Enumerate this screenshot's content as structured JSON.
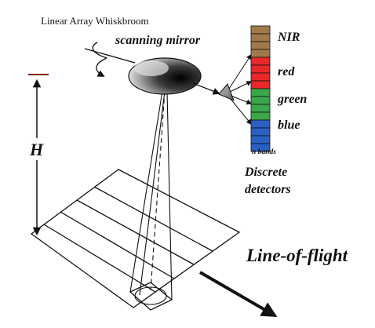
{
  "title": "Linear Array Whiskbroom",
  "labels": {
    "scanning_mirror": "scanning mirror",
    "height": "H",
    "n_bands": "n bands",
    "discrete_detectors_line1": "Discrete",
    "discrete_detectors_line2": "detectors",
    "line_of_flight": "Line-of-flight"
  },
  "bands": [
    {
      "name": "NIR",
      "color": "#a07a4a"
    },
    {
      "name": "red",
      "color": "#e8282a"
    },
    {
      "name": "green",
      "color": "#3aa84a"
    },
    {
      "name": "blue",
      "color": "#2a5fc4"
    }
  ]
}
